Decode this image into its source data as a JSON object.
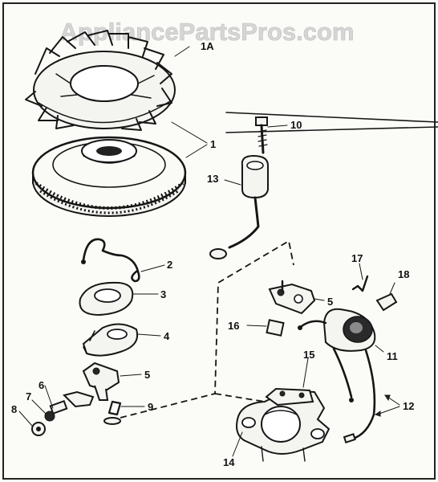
{
  "watermark": "AppliancePartsPros.com",
  "callouts": {
    "c1a": "1A",
    "c1": "1",
    "c2": "2",
    "c3": "3",
    "c4": "4",
    "c5a": "5",
    "c5b": "5",
    "c6": "6",
    "c7": "7",
    "c8": "8",
    "c9": "9",
    "c10": "10",
    "c11": "11",
    "c12": "12",
    "c13": "13",
    "c14": "14",
    "c15": "15",
    "c16": "16",
    "c17": "17",
    "c18": "18"
  }
}
